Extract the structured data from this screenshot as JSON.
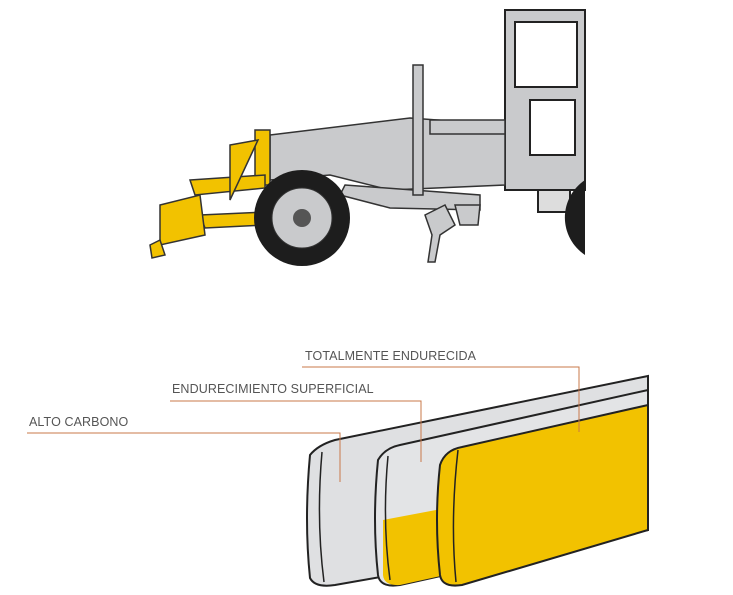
{
  "labels": {
    "fully_hardened": "TOTALMENTE ENDURECIDA",
    "surface_hardened": "ENDURECIMIENTO SUPERFICIAL",
    "high_carbon": "ALTO CARBONO"
  },
  "colors": {
    "leader_line": "#c8784a",
    "steel": "#d9dadc",
    "yellow": "#f2c200",
    "machine_gray": "#c9cacc"
  }
}
